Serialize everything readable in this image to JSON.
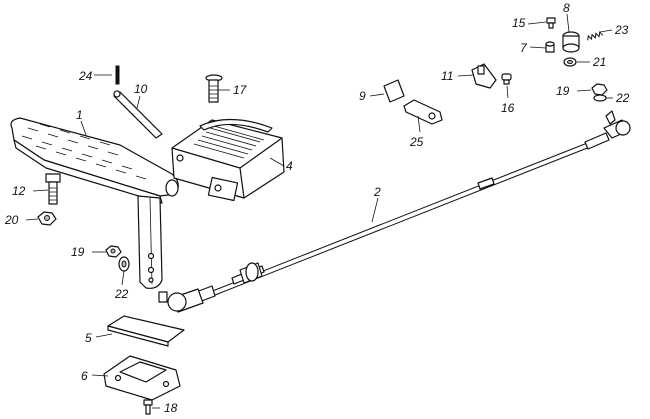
{
  "callouts": [
    {
      "id": "1",
      "text": "1"
    },
    {
      "id": "2",
      "text": "2"
    },
    {
      "id": "4",
      "text": "4"
    },
    {
      "id": "5",
      "text": "5"
    },
    {
      "id": "6",
      "text": "6"
    },
    {
      "id": "7",
      "text": "7"
    },
    {
      "id": "8",
      "text": "8"
    },
    {
      "id": "9",
      "text": "9"
    },
    {
      "id": "10",
      "text": "10"
    },
    {
      "id": "11",
      "text": "11"
    },
    {
      "id": "12",
      "text": "12"
    },
    {
      "id": "15",
      "text": "15"
    },
    {
      "id": "16",
      "text": "16"
    },
    {
      "id": "17",
      "text": "17"
    },
    {
      "id": "18",
      "text": "18"
    },
    {
      "id": "19a",
      "text": "19"
    },
    {
      "id": "19b",
      "text": "19"
    },
    {
      "id": "20",
      "text": "20"
    },
    {
      "id": "21",
      "text": "21"
    },
    {
      "id": "22a",
      "text": "22"
    },
    {
      "id": "22b",
      "text": "22"
    },
    {
      "id": "23",
      "text": "23"
    },
    {
      "id": "24",
      "text": "24"
    },
    {
      "id": "25",
      "text": "25"
    }
  ]
}
